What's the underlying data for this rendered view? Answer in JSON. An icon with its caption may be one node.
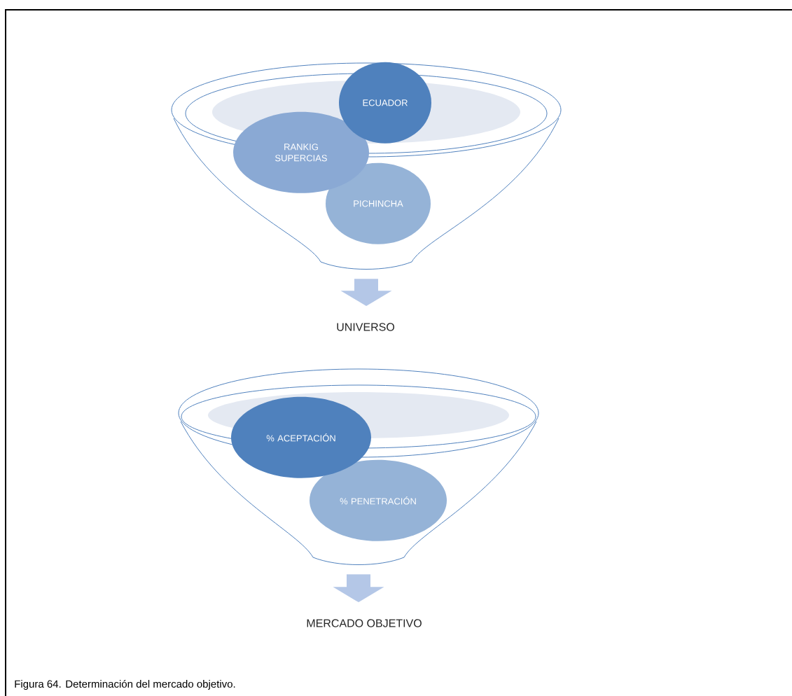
{
  "diagram": {
    "caption": "Figura 64. Determinación del mercado objetivo.",
    "nodes": [
      {
        "text": [],
        "shape": "funnel"
      },
      {
        "text": [
          "ECUADOR"
        ],
        "in": 0
      },
      {
        "text": [
          "RANKIG SUPERCIAS"
        ],
        "in": 0
      },
      {
        "text": [
          "PICHINCHA"
        ],
        "in": 0
      },
      {
        "text": [
          "UNIVERSO"
        ]
      },
      {
        "text": [],
        "shape": "funnel"
      },
      {
        "text": [
          "% ACEPTACIÓN"
        ],
        "in": 5
      },
      {
        "text": [
          "% PENETRACIÓN"
        ],
        "in": 5
      },
      {
        "text": [
          "MERCADO OBJETIVO"
        ]
      }
    ],
    "edges": [
      {
        "from": 0,
        "to": 4,
        "arrow": "to"
      },
      {
        "from": 5,
        "to": 8,
        "arrow": "to"
      }
    ]
  }
}
